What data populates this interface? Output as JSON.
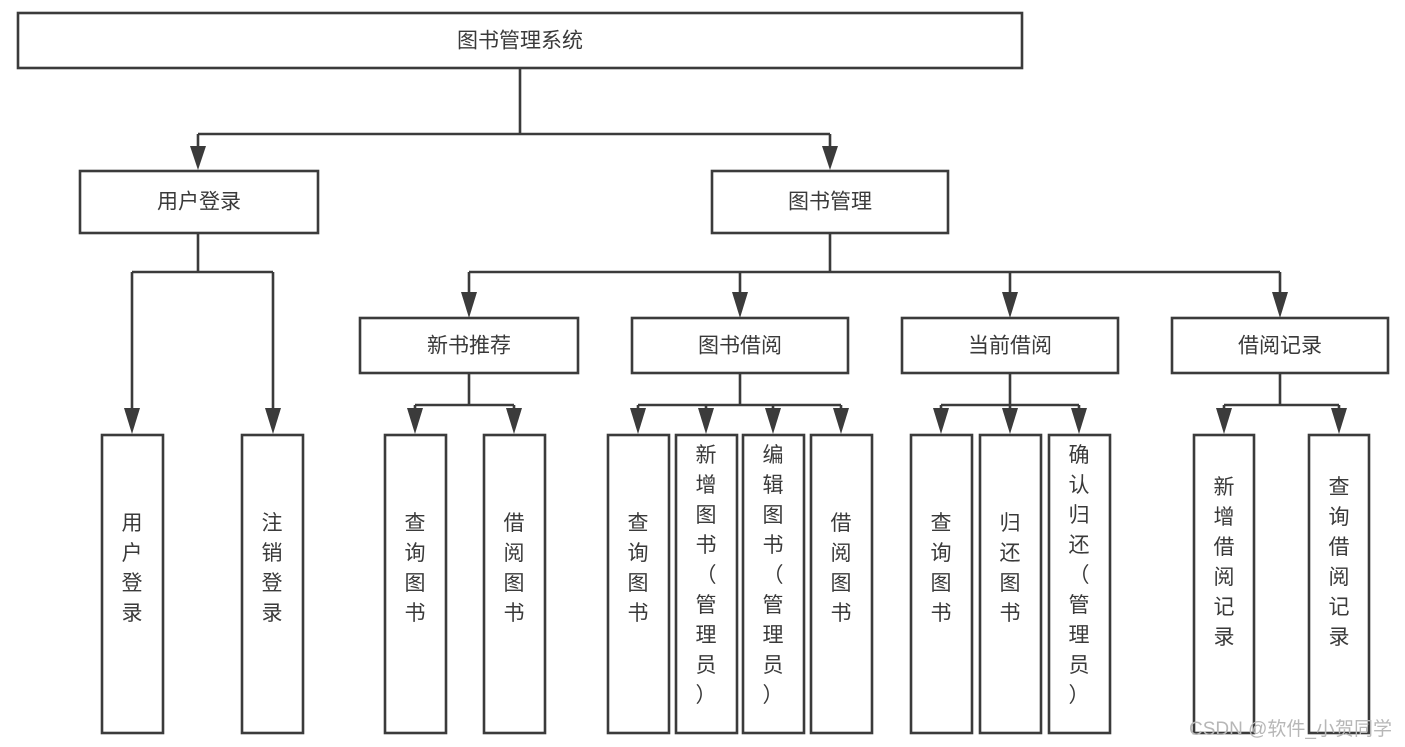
{
  "diagram": {
    "type": "hierarchy-tree",
    "title": "图书管理系统",
    "orientation": "top-down",
    "levels": 4,
    "root": {
      "id": "root",
      "label": "图书管理系统",
      "text_direction": "horizontal"
    },
    "level2": [
      {
        "id": "user-login",
        "label": "用户登录",
        "text_direction": "horizontal"
      },
      {
        "id": "book-manage",
        "label": "图书管理",
        "text_direction": "horizontal"
      }
    ],
    "level3": [
      {
        "id": "new-book-recommend",
        "label": "新书推荐",
        "text_direction": "horizontal",
        "parent": "book-manage"
      },
      {
        "id": "book-borrow",
        "label": "图书借阅",
        "text_direction": "horizontal",
        "parent": "book-manage"
      },
      {
        "id": "current-borrow",
        "label": "当前借阅",
        "text_direction": "horizontal",
        "parent": "book-manage"
      },
      {
        "id": "borrow-record",
        "label": "借阅记录",
        "text_direction": "horizontal",
        "parent": "book-manage"
      }
    ],
    "leaves": {
      "user_login": [
        {
          "id": "leaf-user-login",
          "label": "用户登录",
          "chars": [
            "用",
            "户",
            "登",
            "录"
          ]
        },
        {
          "id": "leaf-logout-login",
          "label": "注销登录",
          "chars": [
            "注",
            "销",
            "登",
            "录"
          ]
        }
      ],
      "new_book_recommend": [
        {
          "id": "leaf-query-book-1",
          "label": "查询图书",
          "chars": [
            "查",
            "询",
            "图",
            "书"
          ]
        },
        {
          "id": "leaf-borrow-book-1",
          "label": "借阅图书",
          "chars": [
            "借",
            "阅",
            "图",
            "书"
          ]
        }
      ],
      "book_borrow": [
        {
          "id": "leaf-query-book-2",
          "label": "查询图书",
          "chars": [
            "查",
            "询",
            "图",
            "书"
          ]
        },
        {
          "id": "leaf-add-book",
          "label": "新增图书（管理员）",
          "chars": [
            "新",
            "增",
            "图",
            "书",
            "（",
            "管",
            "理",
            "员",
            "）"
          ]
        },
        {
          "id": "leaf-edit-book",
          "label": "编辑图书（管理员）",
          "chars": [
            "编",
            "辑",
            "图",
            "书",
            "（",
            "管",
            "理",
            "员",
            "）"
          ]
        },
        {
          "id": "leaf-borrow-book-2",
          "label": "借阅图书",
          "chars": [
            "借",
            "阅",
            "图",
            "书"
          ]
        }
      ],
      "current_borrow": [
        {
          "id": "leaf-query-book-3",
          "label": "查询图书",
          "chars": [
            "查",
            "询",
            "图",
            "书"
          ]
        },
        {
          "id": "leaf-return-book",
          "label": "归还图书",
          "chars": [
            "归",
            "还",
            "图",
            "书"
          ]
        },
        {
          "id": "leaf-confirm-return",
          "label": "确认归还（管理员）",
          "chars": [
            "确",
            "认",
            "归",
            "还",
            "（",
            "管",
            "理",
            "员",
            "）"
          ]
        }
      ],
      "borrow_record": [
        {
          "id": "leaf-add-record",
          "label": "新增借阅记录",
          "chars": [
            "新",
            "增",
            "借",
            "阅",
            "记",
            "录"
          ]
        },
        {
          "id": "leaf-query-record",
          "label": "查询借阅记录",
          "chars": [
            "查",
            "询",
            "借",
            "阅",
            "记",
            "录"
          ]
        }
      ]
    },
    "colors": {
      "box_stroke": "#3b3b3b",
      "box_fill": "#ffffff",
      "text": "#3a3a3a",
      "connector": "#3b3b3b",
      "background": "#ffffff",
      "watermark": "#b7b7b7"
    }
  },
  "watermark": {
    "text": "CSDN @软件_小贺同学"
  }
}
